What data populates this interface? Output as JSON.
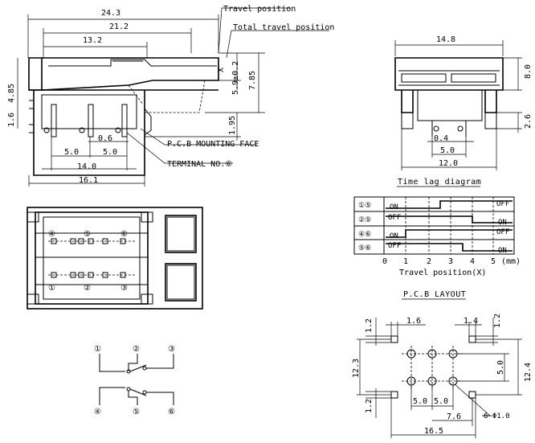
{
  "side_view": {
    "dims": {
      "overall": "24.3",
      "mid": "21.2",
      "actuator": "13.2",
      "x": "X",
      "travel": "5.9±0.2",
      "height": "7.85",
      "left1": "4.85",
      "left2": "1.6",
      "pin_len": "1.95",
      "pin_w": "0.6",
      "pitch1": "5.0",
      "pitch2": "5.0",
      "span": "14.0",
      "base": "16.1"
    },
    "callouts": {
      "travel_position": "Travel position",
      "total_travel_position": "Total travel position",
      "pcb_mounting_face": "P.C.B MOUNTING FACE",
      "terminal": "TERMINAL NO.⑥"
    }
  },
  "end_view": {
    "dims": {
      "width": "14.8",
      "height": "8.0",
      "pin_h": "2.6",
      "pin_w": "0.4",
      "pitch": "5.0",
      "base": "12.0"
    }
  },
  "top_view": {
    "pins": [
      "④",
      "⑤",
      "⑥",
      "①",
      "②",
      "③"
    ]
  },
  "schematic": {
    "terminals": [
      "①",
      "②",
      "③",
      "④",
      "⑤",
      "⑥"
    ]
  },
  "time_lag": {
    "title": "Time lag diagram",
    "rows": [
      {
        "pins": "①⑤",
        "left_state": "ON",
        "right_state": "OFF"
      },
      {
        "pins": "②⑤",
        "left_state": "OFF",
        "right_state": "ON"
      },
      {
        "pins": "④⑥",
        "left_state": "ON",
        "right_state": "OFF"
      },
      {
        "pins": "⑤⑥",
        "left_state": "OFF",
        "right_state": "ON"
      }
    ],
    "x_ticks": [
      "0",
      "1",
      "2",
      "3",
      "4",
      "5"
    ],
    "x_unit": "(mm)",
    "x_label": "Travel position(X)"
  },
  "pcb_layout": {
    "title": "P.C.B LAYOUT",
    "dims": {
      "top_left_h": "1.2",
      "top_left_w": "1.6",
      "top_right_w": "1.4",
      "top_right_h": "1.2",
      "left_height": "12.3",
      "bottom_left_h": "1.2",
      "right_pitch": "5.0",
      "right_height": "12.4",
      "pitch1": "5.0",
      "pitch2": "5.0",
      "offset": "7.6",
      "width": "16.5",
      "hole": "6−Φ1.0"
    }
  }
}
